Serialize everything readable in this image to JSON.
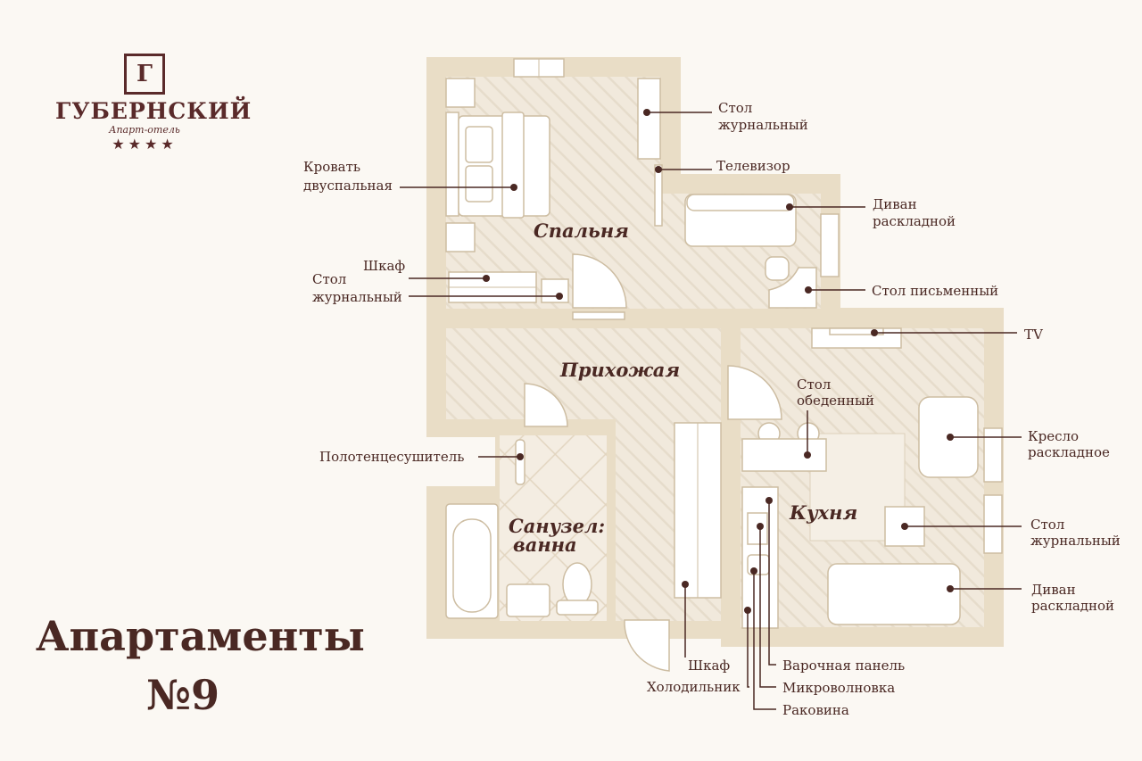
{
  "logo": {
    "mark": "Г",
    "name": "ГУБЕРНСКИЙ",
    "subtitle": "Апарт-отель",
    "stars": "★★★★"
  },
  "title": {
    "line1": "Апартаменты",
    "line2": "№9"
  },
  "rooms": {
    "bedroom": "Спальня",
    "hallway": "Прихожая",
    "bathroom_1": "Санузел:",
    "bathroom_2": "ванна",
    "kitchen": "Кухня"
  },
  "labels": {
    "bed": [
      "Кровать",
      "двуспальная"
    ],
    "wardrobe_bed": "Шкаф",
    "coffee_table_bed": [
      "Стол",
      "журнальный"
    ],
    "coffee_table_top": [
      "Стол",
      "журнальный"
    ],
    "tv_bed": "Телевизор",
    "sofa_top": [
      "Диван",
      "раскладной"
    ],
    "desk": "Стол письменный",
    "tv": "TV",
    "dining_table": [
      "Стол",
      "обеденный"
    ],
    "armchair": [
      "Кресло",
      "раскладное"
    ],
    "coffee_table_kitchen": [
      "Стол",
      "журнальный"
    ],
    "sofa_kitchen": [
      "Диван",
      "раскладной"
    ],
    "towel_dryer": "Полотенцесушитель",
    "wardrobe_hall": "Шкаф",
    "fridge": "Холодильник",
    "cooktop": "Варочная панель",
    "microwave": "Микроволновка",
    "sink": "Раковина"
  },
  "colors": {
    "wall": "#e9ddc6",
    "floor": "#f1e9dc",
    "text": "#4a2823"
  }
}
